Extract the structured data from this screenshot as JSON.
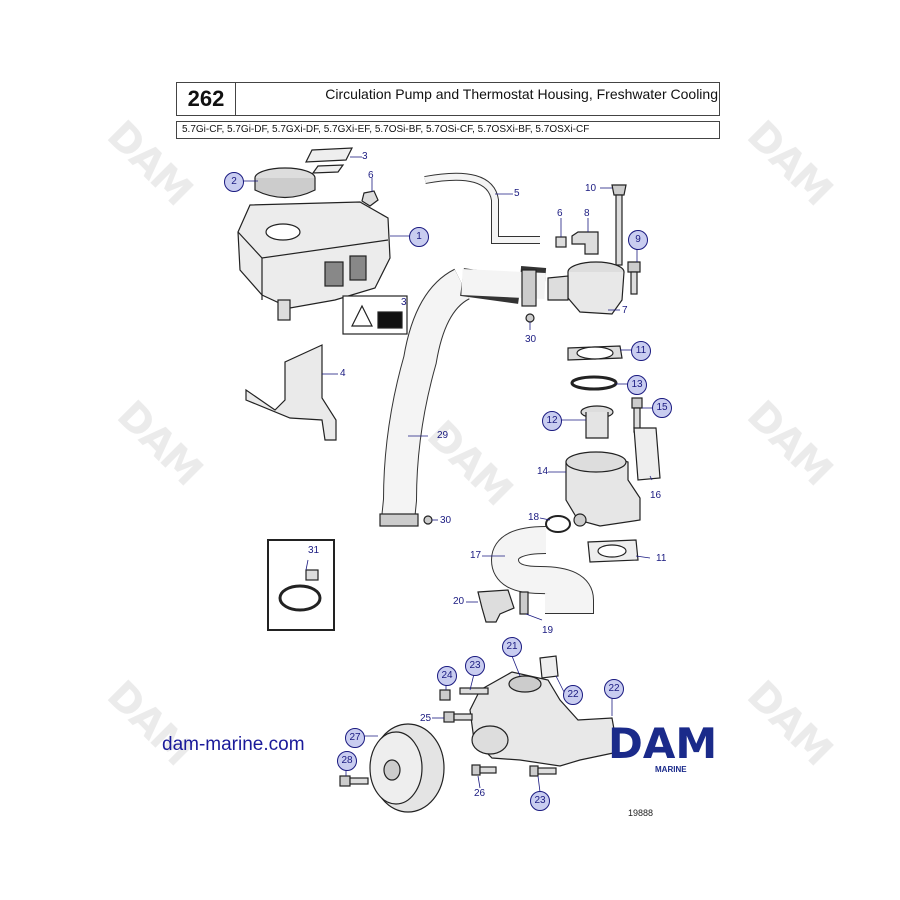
{
  "header": {
    "page_number": "262",
    "title": "Circulation Pump and Thermostat Housing, Freshwater Cooling",
    "models": "5.7Gi-CF, 5.7Gi-DF, 5.7GXi-DF, 5.7GXi-EF, 5.7OSi-BF, 5.7OSi-CF, 5.7OSXi-BF, 5.7OSXi-CF"
  },
  "watermark": "DAM",
  "footer": {
    "website": "dam-marine.com",
    "logo_text": "DAM",
    "logo_subtext": "MARINE",
    "drawing_number": "19888"
  },
  "colors": {
    "callout_fill": "#c9cdf0",
    "callout_text": "#1a1a80",
    "logo_blue": "#1a2a8a",
    "watermark": "#bbbbbb"
  },
  "callouts": [
    {
      "id": "c1",
      "label": "1",
      "circled": true
    },
    {
      "id": "c2",
      "label": "2",
      "circled": true
    },
    {
      "id": "c3a",
      "label": "3",
      "circled": false
    },
    {
      "id": "c3b",
      "label": "3",
      "circled": false
    },
    {
      "id": "c4",
      "label": "4",
      "circled": false
    },
    {
      "id": "c5",
      "label": "5",
      "circled": false
    },
    {
      "id": "c6a",
      "label": "6",
      "circled": false
    },
    {
      "id": "c6b",
      "label": "6",
      "circled": false
    },
    {
      "id": "c7",
      "label": "7",
      "circled": false
    },
    {
      "id": "c8",
      "label": "8",
      "circled": false
    },
    {
      "id": "c9",
      "label": "9",
      "circled": true
    },
    {
      "id": "c10",
      "label": "10",
      "circled": false
    },
    {
      "id": "c11a",
      "label": "11",
      "circled": true
    },
    {
      "id": "c11b",
      "label": "11",
      "circled": false
    },
    {
      "id": "c12",
      "label": "12",
      "circled": true
    },
    {
      "id": "c13",
      "label": "13",
      "circled": true
    },
    {
      "id": "c14",
      "label": "14",
      "circled": false
    },
    {
      "id": "c15",
      "label": "15",
      "circled": true
    },
    {
      "id": "c16",
      "label": "16",
      "circled": false
    },
    {
      "id": "c17",
      "label": "17",
      "circled": false
    },
    {
      "id": "c18",
      "label": "18",
      "circled": false
    },
    {
      "id": "c19",
      "label": "19",
      "circled": false
    },
    {
      "id": "c20",
      "label": "20",
      "circled": false
    },
    {
      "id": "c21",
      "label": "21",
      "circled": true
    },
    {
      "id": "c22a",
      "label": "22",
      "circled": true
    },
    {
      "id": "c22b",
      "label": "22",
      "circled": true
    },
    {
      "id": "c23a",
      "label": "23",
      "circled": true
    },
    {
      "id": "c23b",
      "label": "23",
      "circled": true
    },
    {
      "id": "c24",
      "label": "24",
      "circled": true
    },
    {
      "id": "c25",
      "label": "25",
      "circled": false
    },
    {
      "id": "c26",
      "label": "26",
      "circled": false
    },
    {
      "id": "c27",
      "label": "27",
      "circled": true
    },
    {
      "id": "c28",
      "label": "28",
      "circled": true
    },
    {
      "id": "c29",
      "label": "29",
      "circled": false
    },
    {
      "id": "c30a",
      "label": "30",
      "circled": false
    },
    {
      "id": "c30b",
      "label": "30",
      "circled": false
    },
    {
      "id": "c31",
      "label": "31",
      "circled": false
    }
  ]
}
